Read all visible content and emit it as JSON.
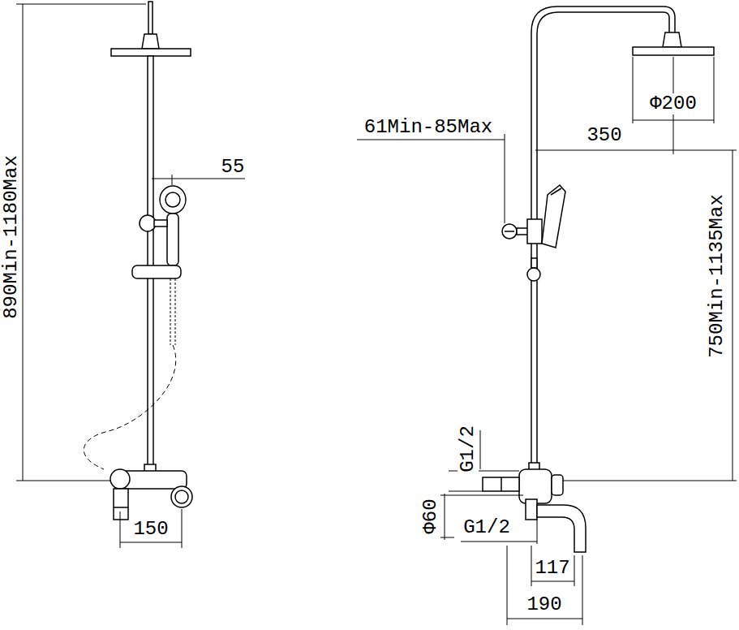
{
  "diagram": {
    "labels": [
      "890Min-1180Max",
      "55",
      "150",
      "61Min-85Max",
      "350",
      "Φ200",
      "750Min-1135Max",
      "G1/2",
      "Φ60",
      "G1/2",
      "117",
      "190"
    ]
  }
}
